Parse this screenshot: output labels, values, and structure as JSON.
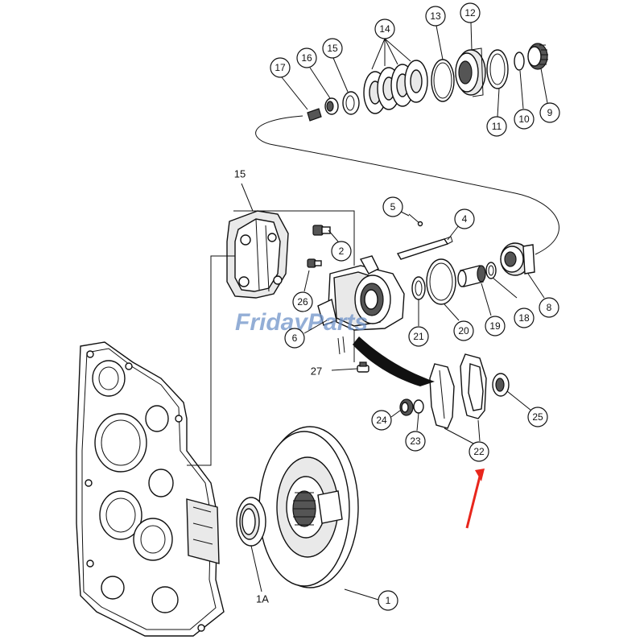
{
  "watermark": "FridayParts",
  "highlight_color": "#e8261c",
  "callouts": [
    {
      "id": "c1",
      "label": "1"
    },
    {
      "id": "c1a",
      "label": "1A"
    },
    {
      "id": "c2",
      "label": "2"
    },
    {
      "id": "c4",
      "label": "4"
    },
    {
      "id": "c5",
      "label": "5"
    },
    {
      "id": "c6",
      "label": "6"
    },
    {
      "id": "c8",
      "label": "8"
    },
    {
      "id": "c9",
      "label": "9"
    },
    {
      "id": "c10",
      "label": "10"
    },
    {
      "id": "c11",
      "label": "11"
    },
    {
      "id": "c12",
      "label": "12"
    },
    {
      "id": "c13",
      "label": "13"
    },
    {
      "id": "c14",
      "label": "14"
    },
    {
      "id": "c15a",
      "label": "15"
    },
    {
      "id": "c15b",
      "label": "15"
    },
    {
      "id": "c16",
      "label": "16"
    },
    {
      "id": "c17",
      "label": "17"
    },
    {
      "id": "c18",
      "label": "18"
    },
    {
      "id": "c19",
      "label": "19"
    },
    {
      "id": "c20",
      "label": "20"
    },
    {
      "id": "c21",
      "label": "21"
    },
    {
      "id": "c22",
      "label": "22"
    },
    {
      "id": "c23",
      "label": "23"
    },
    {
      "id": "c24",
      "label": "24"
    },
    {
      "id": "c25",
      "label": "25"
    },
    {
      "id": "c26",
      "label": "26"
    },
    {
      "id": "c27",
      "label": "27"
    }
  ]
}
